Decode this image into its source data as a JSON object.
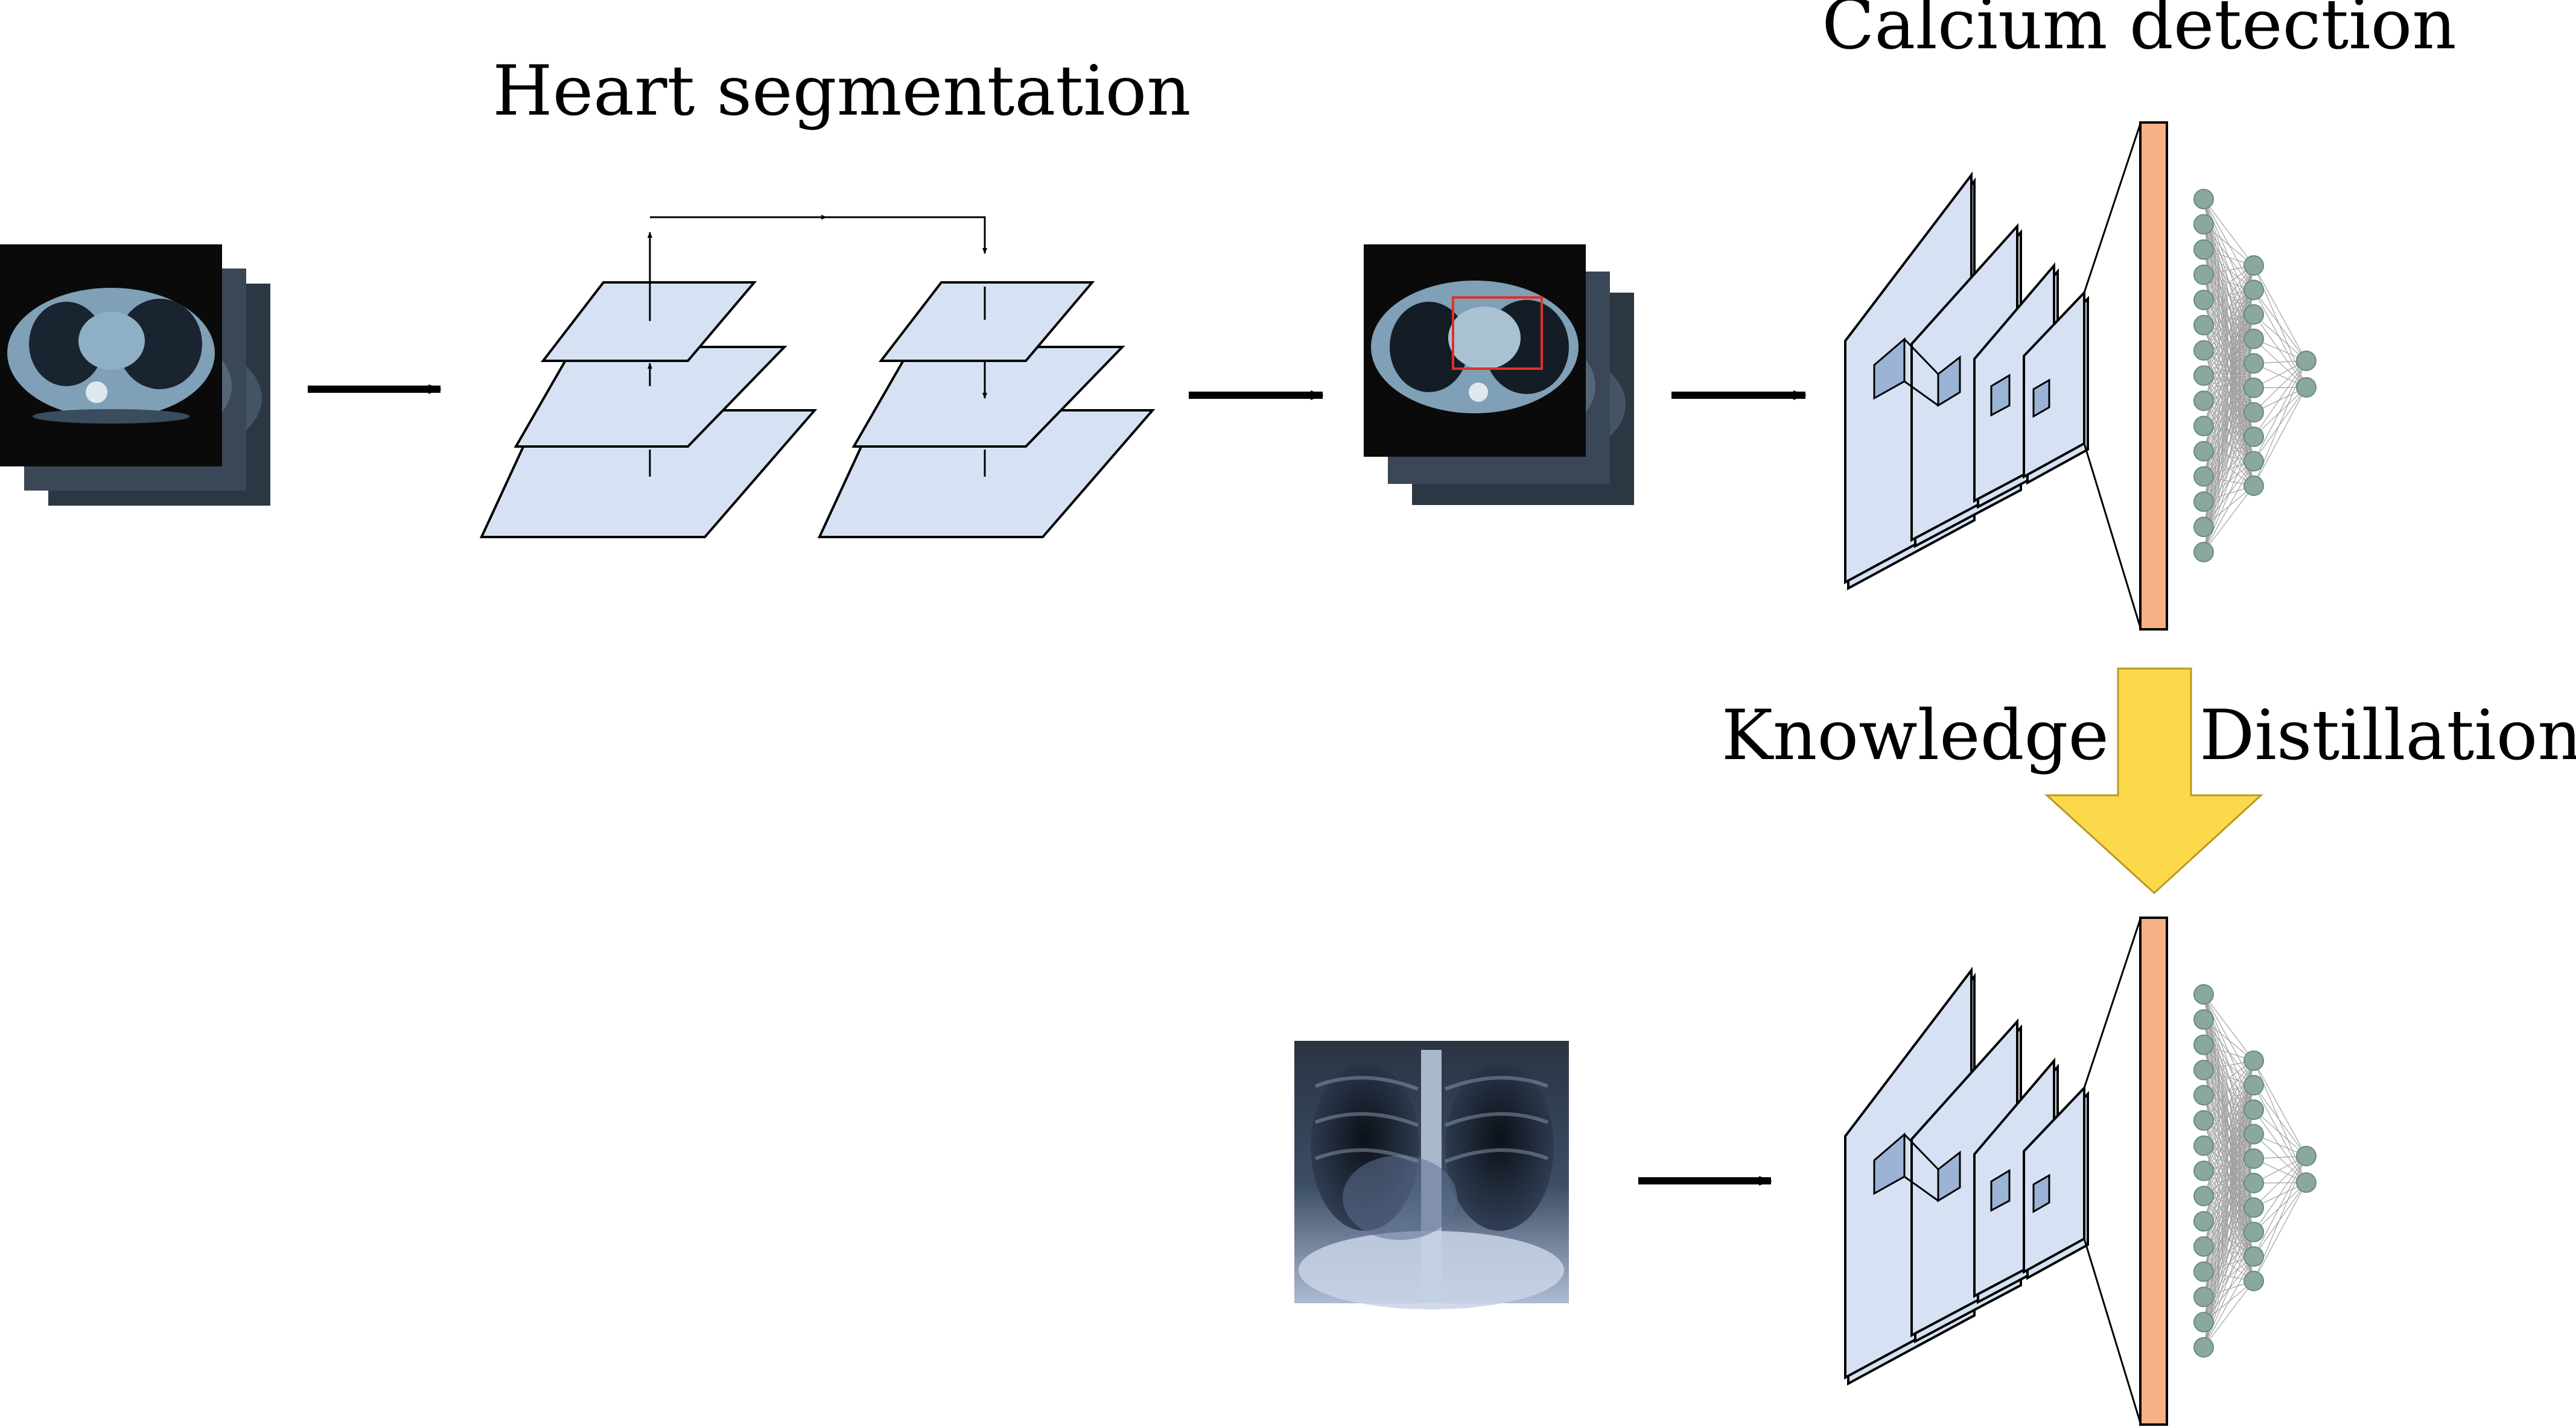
{
  "labels": {
    "heart_segmentation": "Heart segmentation",
    "calcium_detection": "Calcium detection",
    "knowledge": "Knowledge",
    "distillation": "Distillation"
  },
  "colors": {
    "layer_fill": "#d6e2f3",
    "dense_bar": "#f7b185",
    "node": "#8aa89f",
    "node_stroke": "#6a8a80",
    "kd_arrow": "#fbd94a",
    "roi_box": "#e0302a",
    "ct_dark": "#0a0a0a",
    "ct_tissue": "#7fa0b6"
  },
  "icons": {
    "ct_scan": "ct-scan-image-stack",
    "chest_xray": "chest-xray-image",
    "unet": "unet-layer-stack",
    "cnn": "cnn-feature-map-stack",
    "fc": "fully-connected-network"
  },
  "network": {
    "first_layer_nodes": 15,
    "second_layer_nodes": 10,
    "output_nodes": 2
  }
}
